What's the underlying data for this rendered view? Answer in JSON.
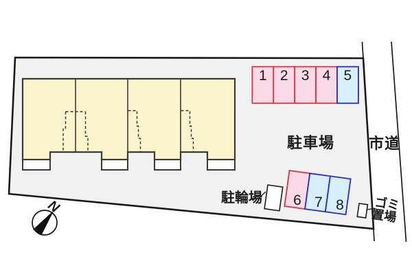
{
  "site_plan": {
    "labels": {
      "parking_lot": "駐車場",
      "bicycle_parking": "駐輪場",
      "city_road": "市道",
      "garbage_line1": "ゴミ",
      "garbage_line2": "置場",
      "compass_north": "N"
    },
    "parking": {
      "top_row": [
        "1",
        "2",
        "3",
        "4",
        "5"
      ],
      "bottom_row": [
        "6",
        "7",
        "8"
      ]
    },
    "building": {
      "unit_count": 4
    },
    "colors": {
      "site_fill": "#f1f1f1",
      "outline": "#1a1a1a",
      "building_fill": "#fbf4cd",
      "building_stroke": "#3b3b33",
      "stall_pink_fill": "#f9dae6",
      "stall_red_stroke": "#d43545",
      "stall_blue_fill": "#d7eefb",
      "stall_blue_stroke": "#2a2ac6",
      "text_color": "#1c1c1c"
    }
  }
}
